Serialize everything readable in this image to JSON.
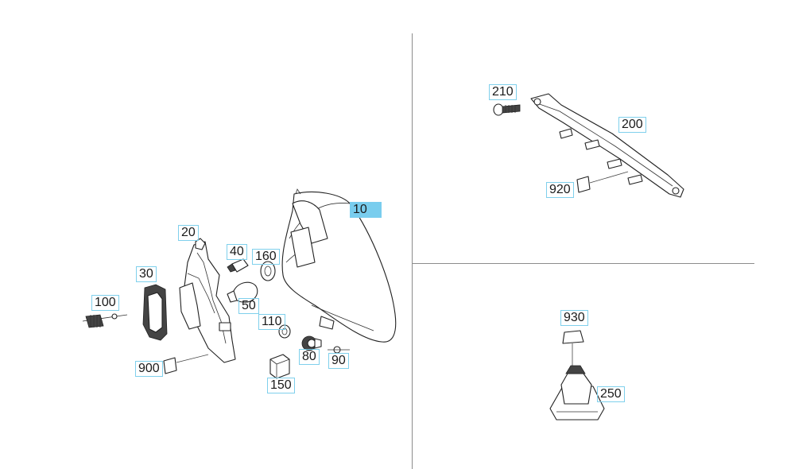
{
  "diagram": {
    "callouts": [
      {
        "id": "c10",
        "label": "10",
        "selected": true
      },
      {
        "id": "c20",
        "label": "20"
      },
      {
        "id": "c30",
        "label": "30"
      },
      {
        "id": "c40",
        "label": "40"
      },
      {
        "id": "c50",
        "label": "50"
      },
      {
        "id": "c80",
        "label": "80"
      },
      {
        "id": "c90",
        "label": "90"
      },
      {
        "id": "c100",
        "label": "100"
      },
      {
        "id": "c110",
        "label": "110"
      },
      {
        "id": "c150",
        "label": "150"
      },
      {
        "id": "c160",
        "label": "160"
      },
      {
        "id": "c200",
        "label": "200"
      },
      {
        "id": "c210",
        "label": "210"
      },
      {
        "id": "c250",
        "label": "250"
      },
      {
        "id": "c900",
        "label": "900"
      },
      {
        "id": "c920",
        "label": "920"
      },
      {
        "id": "c930",
        "label": "930"
      }
    ],
    "colors": {
      "callout_border": "#7fd0ec",
      "selected_fill": "#79cdee",
      "divider": "#8c8c8c",
      "line_art": "#222222"
    }
  }
}
